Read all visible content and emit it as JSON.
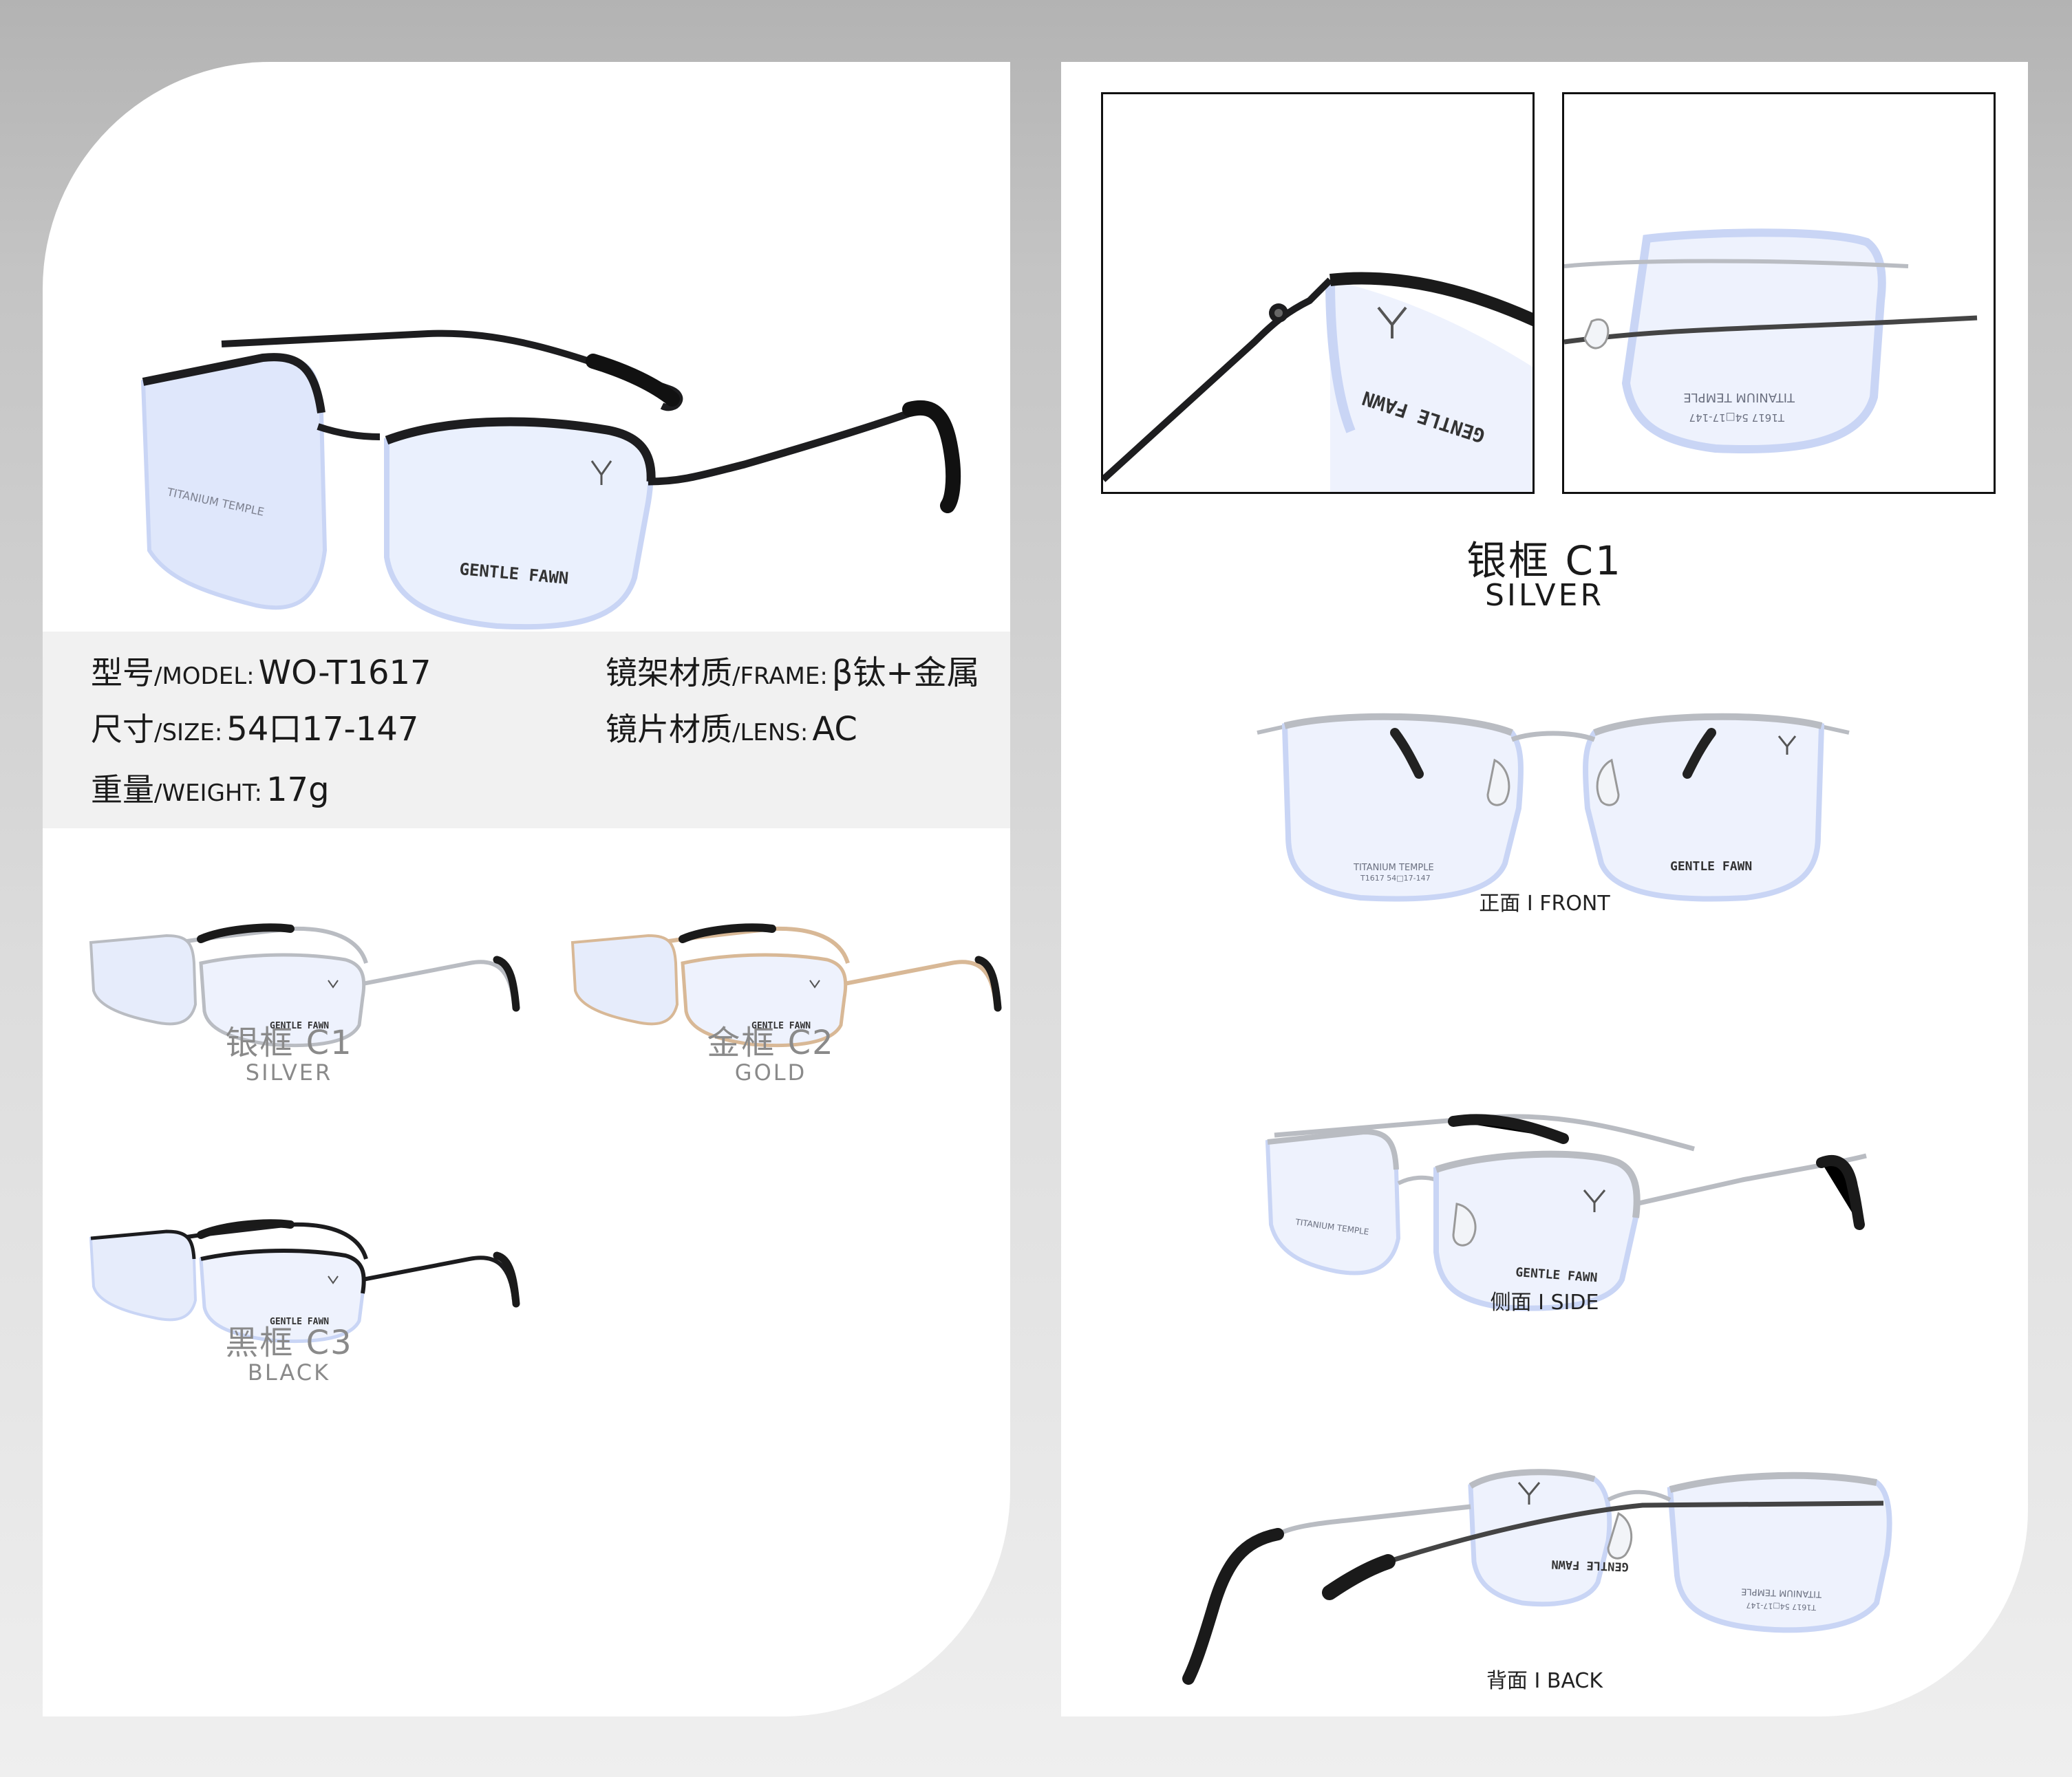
{
  "product": {
    "brand_mark": "GENTLE FAWN",
    "lens_print_line1": "TITANIUM TEMPLE",
    "lens_print_line2": "T1617  54□17-147"
  },
  "specs": {
    "model_label_cn": "型号",
    "model_label_en": "/MODEL:",
    "model_value": "WO-T1617",
    "size_label_cn": "尺寸",
    "size_label_en": "/SIZE:",
    "size_value": "54口17-147",
    "weight_label_cn": "重量",
    "weight_label_en": "/WEIGHT:",
    "weight_value": "17g",
    "frame_label_cn": "镜架材质",
    "frame_label_en": "/FRAME:",
    "frame_value": "β钛+金属",
    "lens_label_cn": "镜片材质",
    "lens_label_en": "/LENS:",
    "lens_value": "AC"
  },
  "colors": [
    {
      "cn": "银框 C1",
      "en": "SILVER",
      "frame_hex": "#b9bcc2"
    },
    {
      "cn": "金框 C2",
      "en": "GOLD",
      "frame_hex": "#d8b896"
    },
    {
      "cn": "黑框 C3",
      "en": "BLACK",
      "frame_hex": "#1c1c1e"
    }
  ],
  "right_column": {
    "color_cn": "银框 C1",
    "color_en": "SILVER",
    "views": [
      {
        "caption": "正面 I FRONT"
      },
      {
        "caption": "侧面 I SIDE"
      },
      {
        "caption": "背面 I BACK"
      }
    ]
  },
  "palette": {
    "lens_tint": "#c9d5f5",
    "tip_black": "#1a1a1a"
  }
}
